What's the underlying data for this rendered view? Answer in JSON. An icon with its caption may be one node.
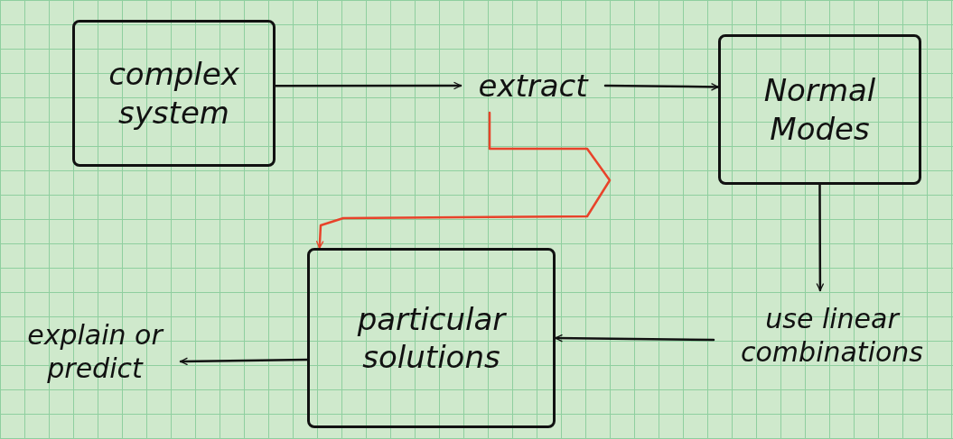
{
  "diagram": {
    "nodes": [
      {
        "text": [
          "complex system"
        ]
      },
      {
        "text": [
          "extract"
        ]
      },
      {
        "text": [
          "Normal Modes"
        ]
      },
      {
        "text": [
          "use linear combinations"
        ]
      },
      {
        "text": [
          "particular solutions"
        ]
      },
      {
        "text": [
          "explain or predict"
        ]
      }
    ],
    "edges": [
      {
        "from": 0,
        "to": 1,
        "arrow": "to"
      },
      {
        "from": 1,
        "to": 2,
        "arrow": "to"
      },
      {
        "from": 2,
        "to": 3,
        "arrow": "to"
      },
      {
        "from": 3,
        "to": 4,
        "arrow": "to"
      },
      {
        "from": 4,
        "to": 5,
        "arrow": "to"
      },
      {
        "from": 1,
        "to": 4,
        "arrow": "to",
        "color": "#e8432a"
      }
    ]
  }
}
